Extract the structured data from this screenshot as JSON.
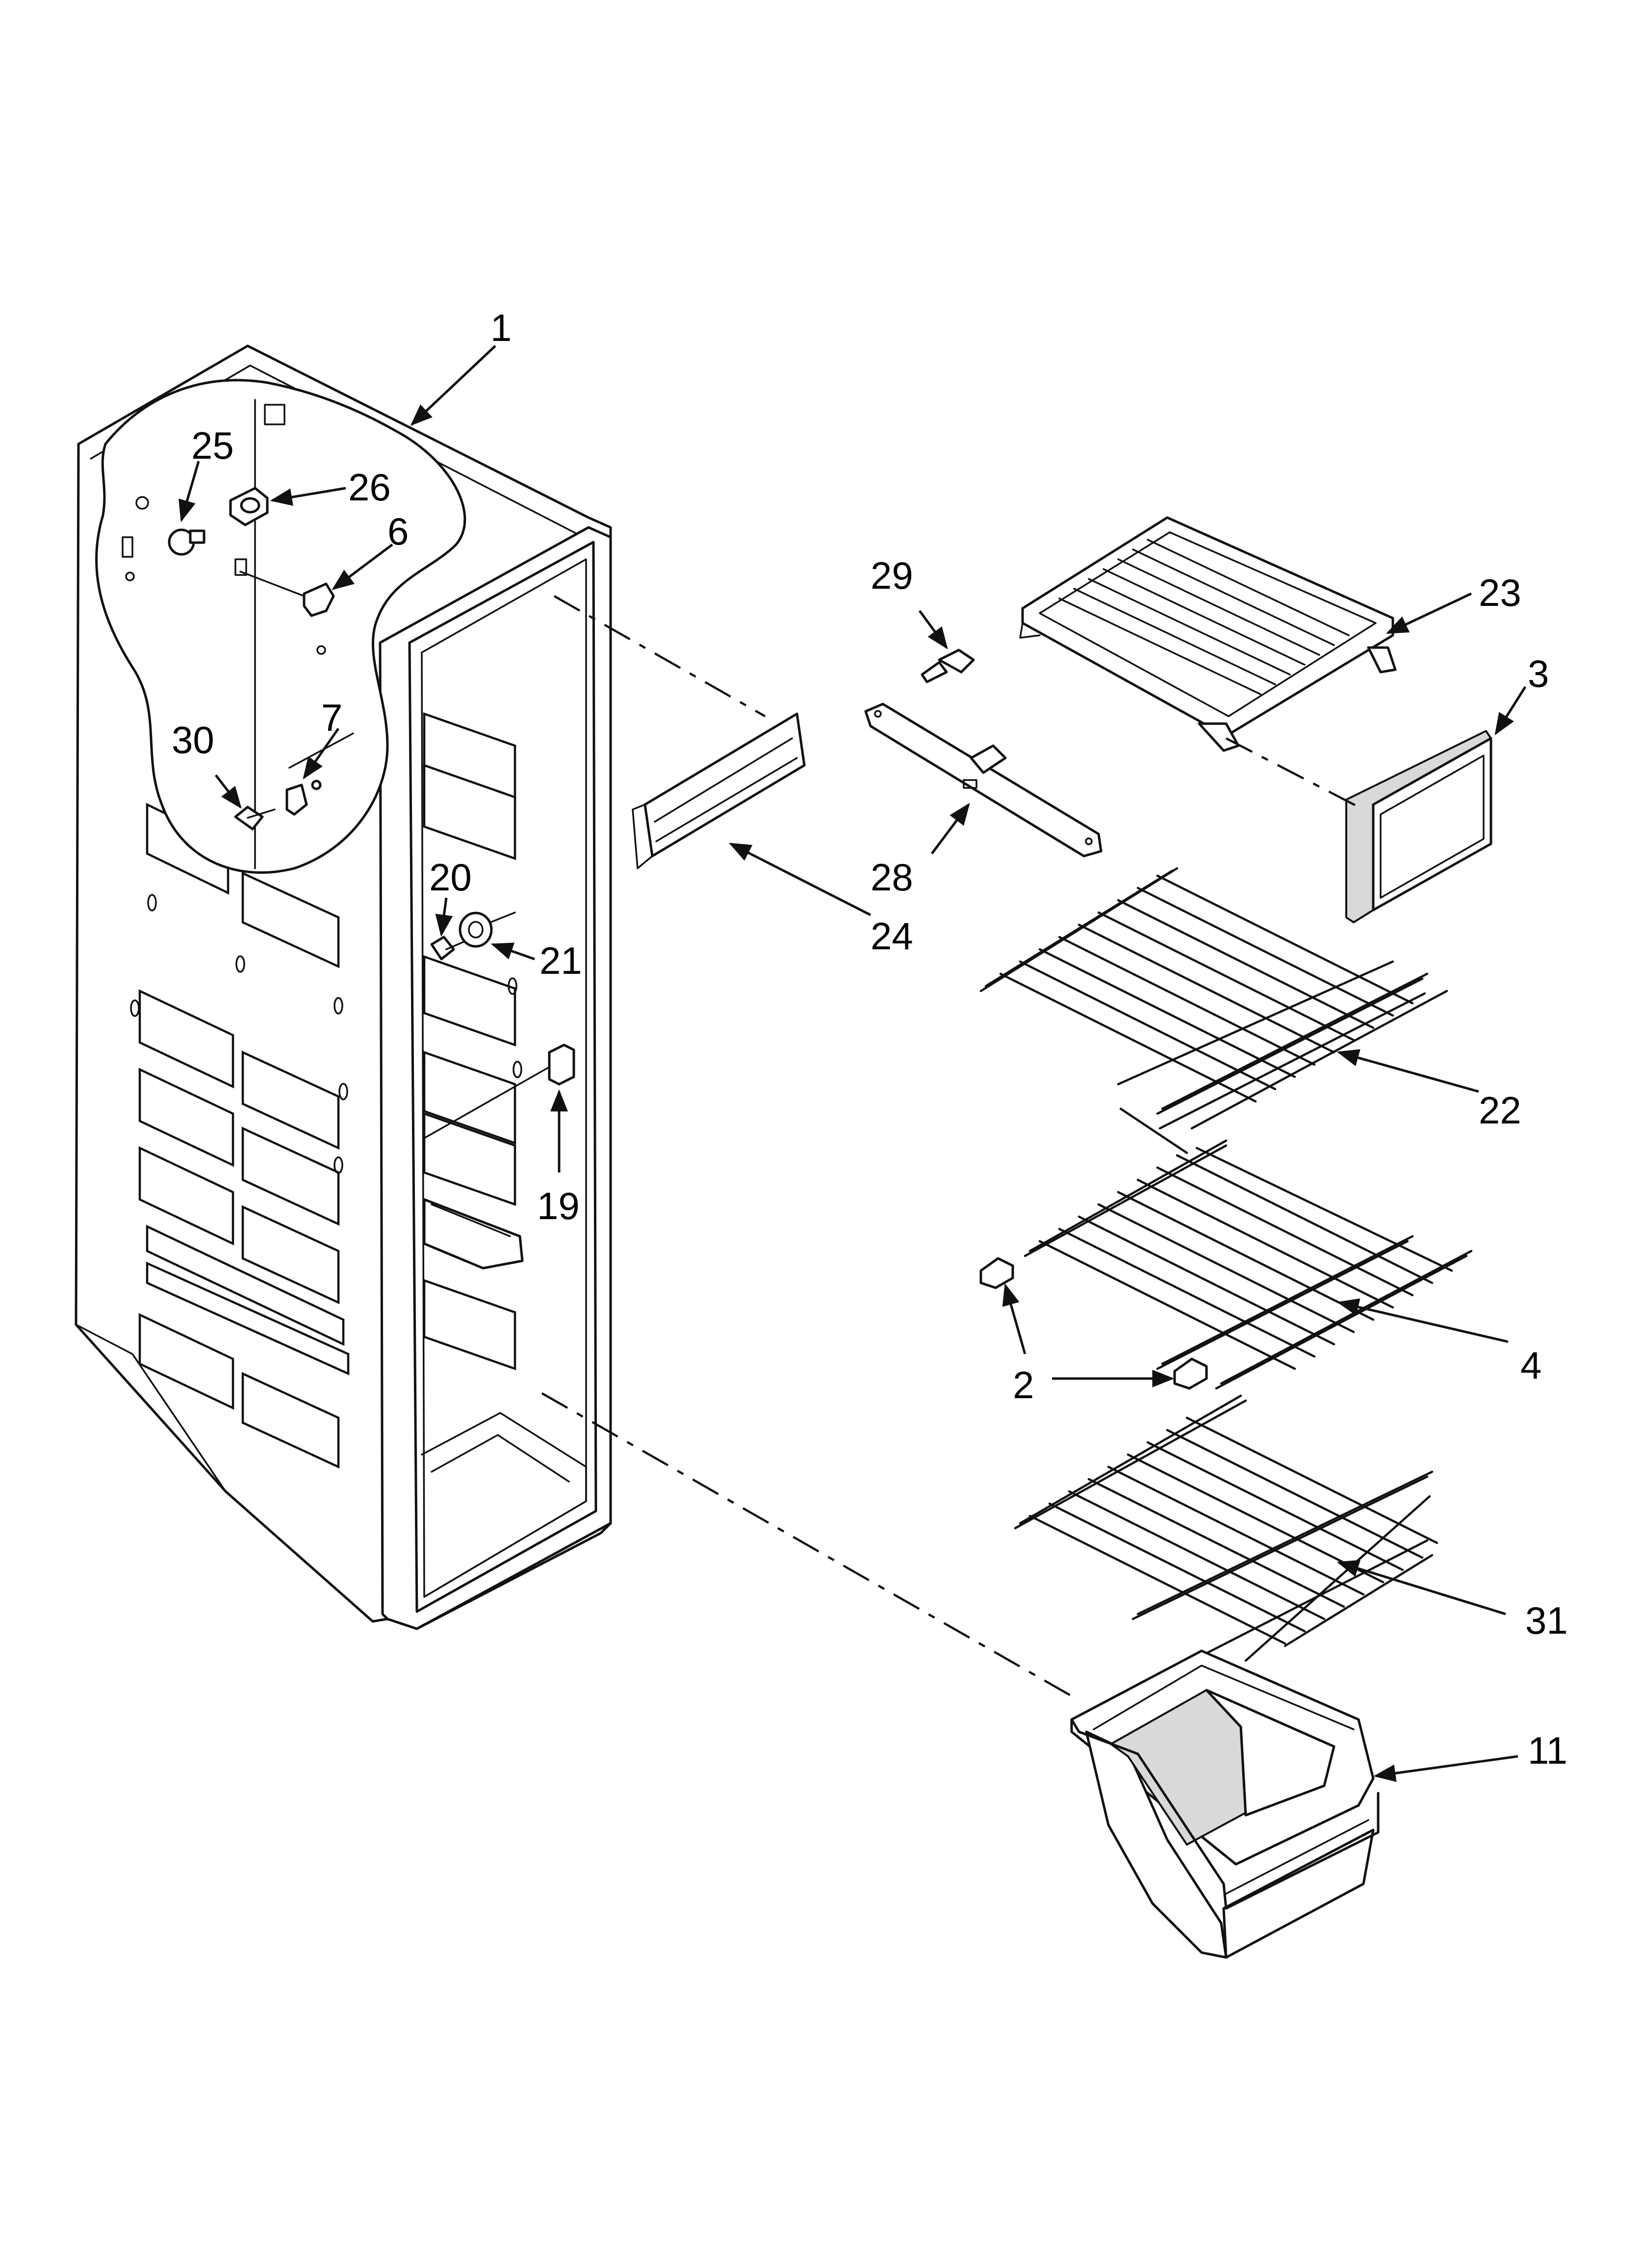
{
  "diagram": {
    "callouts": {
      "c1": "1",
      "c2": "2",
      "c3": "3",
      "c4": "4",
      "c6": "6",
      "c7": "7",
      "c11": "11",
      "c19": "19",
      "c20": "20",
      "c21": "21",
      "c22": "22",
      "c23": "23",
      "c24": "24",
      "c25": "25",
      "c26": "26",
      "c28": "28",
      "c29": "29",
      "c30": "30",
      "c31": "31"
    }
  }
}
